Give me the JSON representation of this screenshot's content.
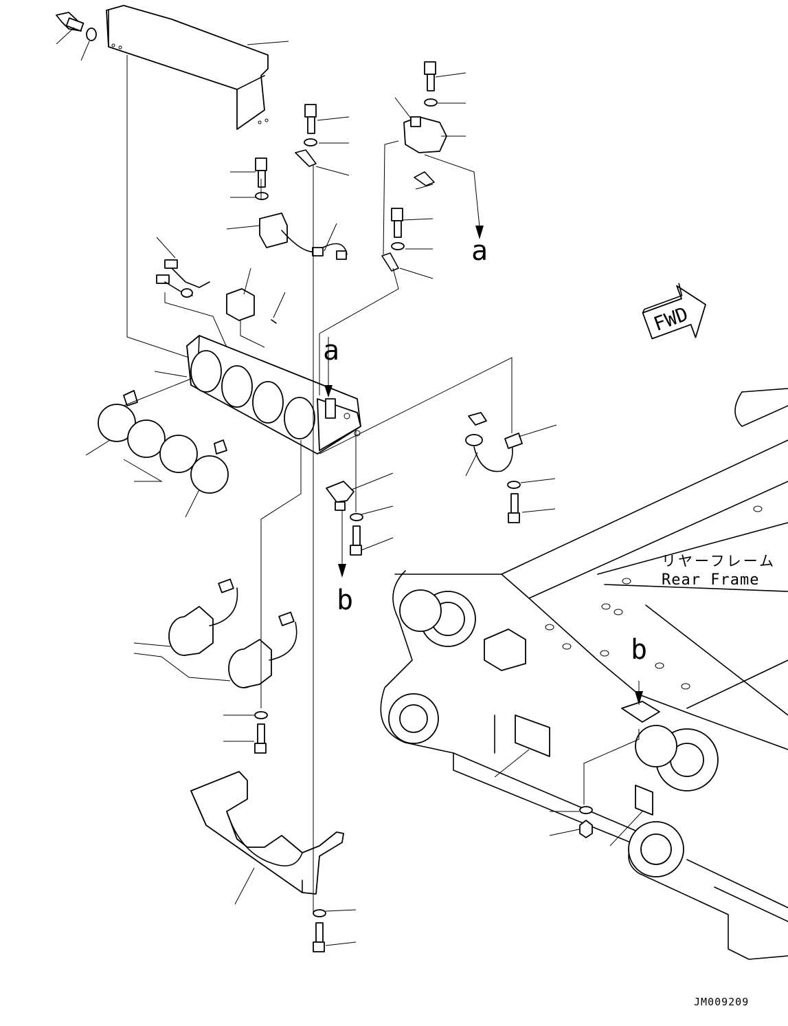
{
  "diagram": {
    "frame_label_jp": "リヤーフレーム",
    "frame_label_en": "Rear Frame",
    "fwd_label": "FWD",
    "ref_a": "a",
    "ref_b": "b",
    "drawing_code": "JM009209"
  }
}
